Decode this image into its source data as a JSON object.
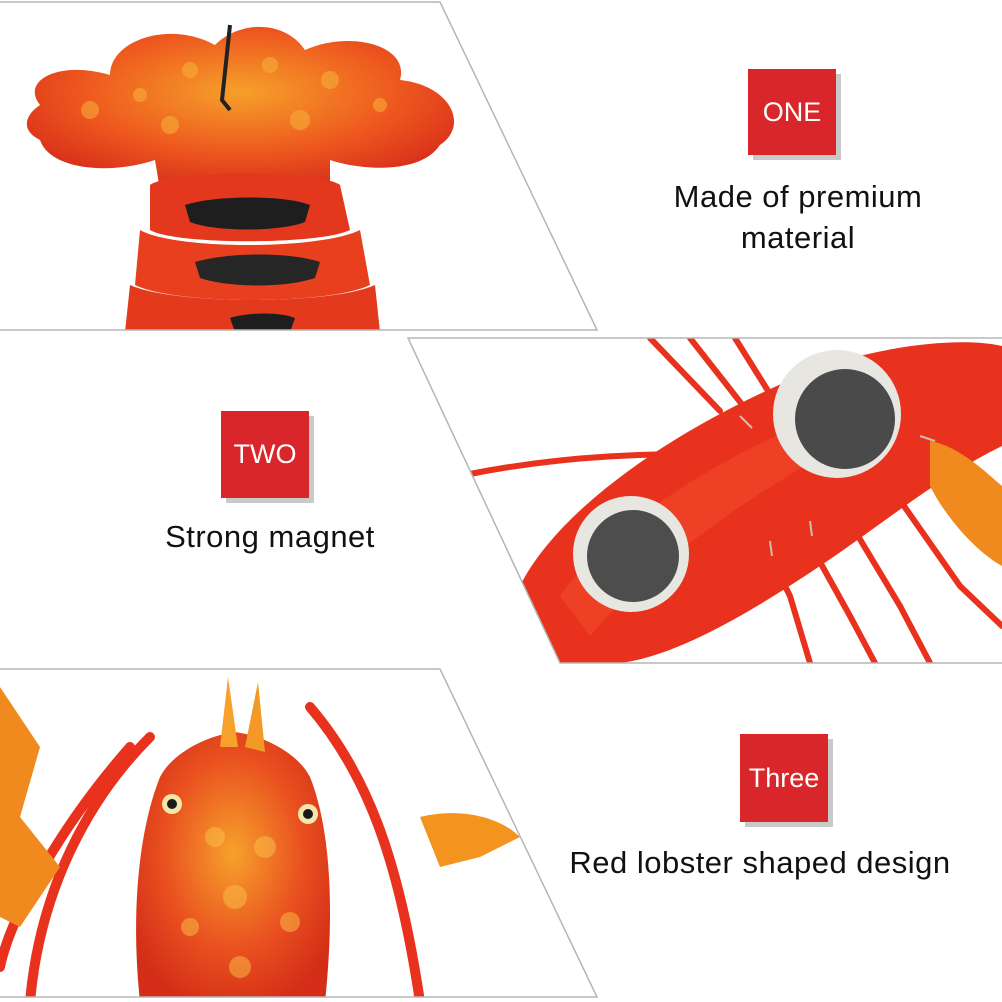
{
  "features": [
    {
      "badge": "ONE",
      "caption": "Made of premium material",
      "photo_subject": "lobster-tail-closeup"
    },
    {
      "badge": "TWO",
      "caption": "Strong magnet",
      "photo_subject": "lobster-underside-magnets"
    },
    {
      "badge": "Three",
      "caption": "Red lobster shaped design",
      "photo_subject": "lobster-head-front"
    }
  ],
  "colors": {
    "badge": "#d8262a",
    "badge_shadow": "#c9c9c9",
    "lobster_red": "#e8321e",
    "lobster_orange": "#f08a1e",
    "magnet": "#4a4a4a",
    "frame_line": "#b5b5b5"
  }
}
